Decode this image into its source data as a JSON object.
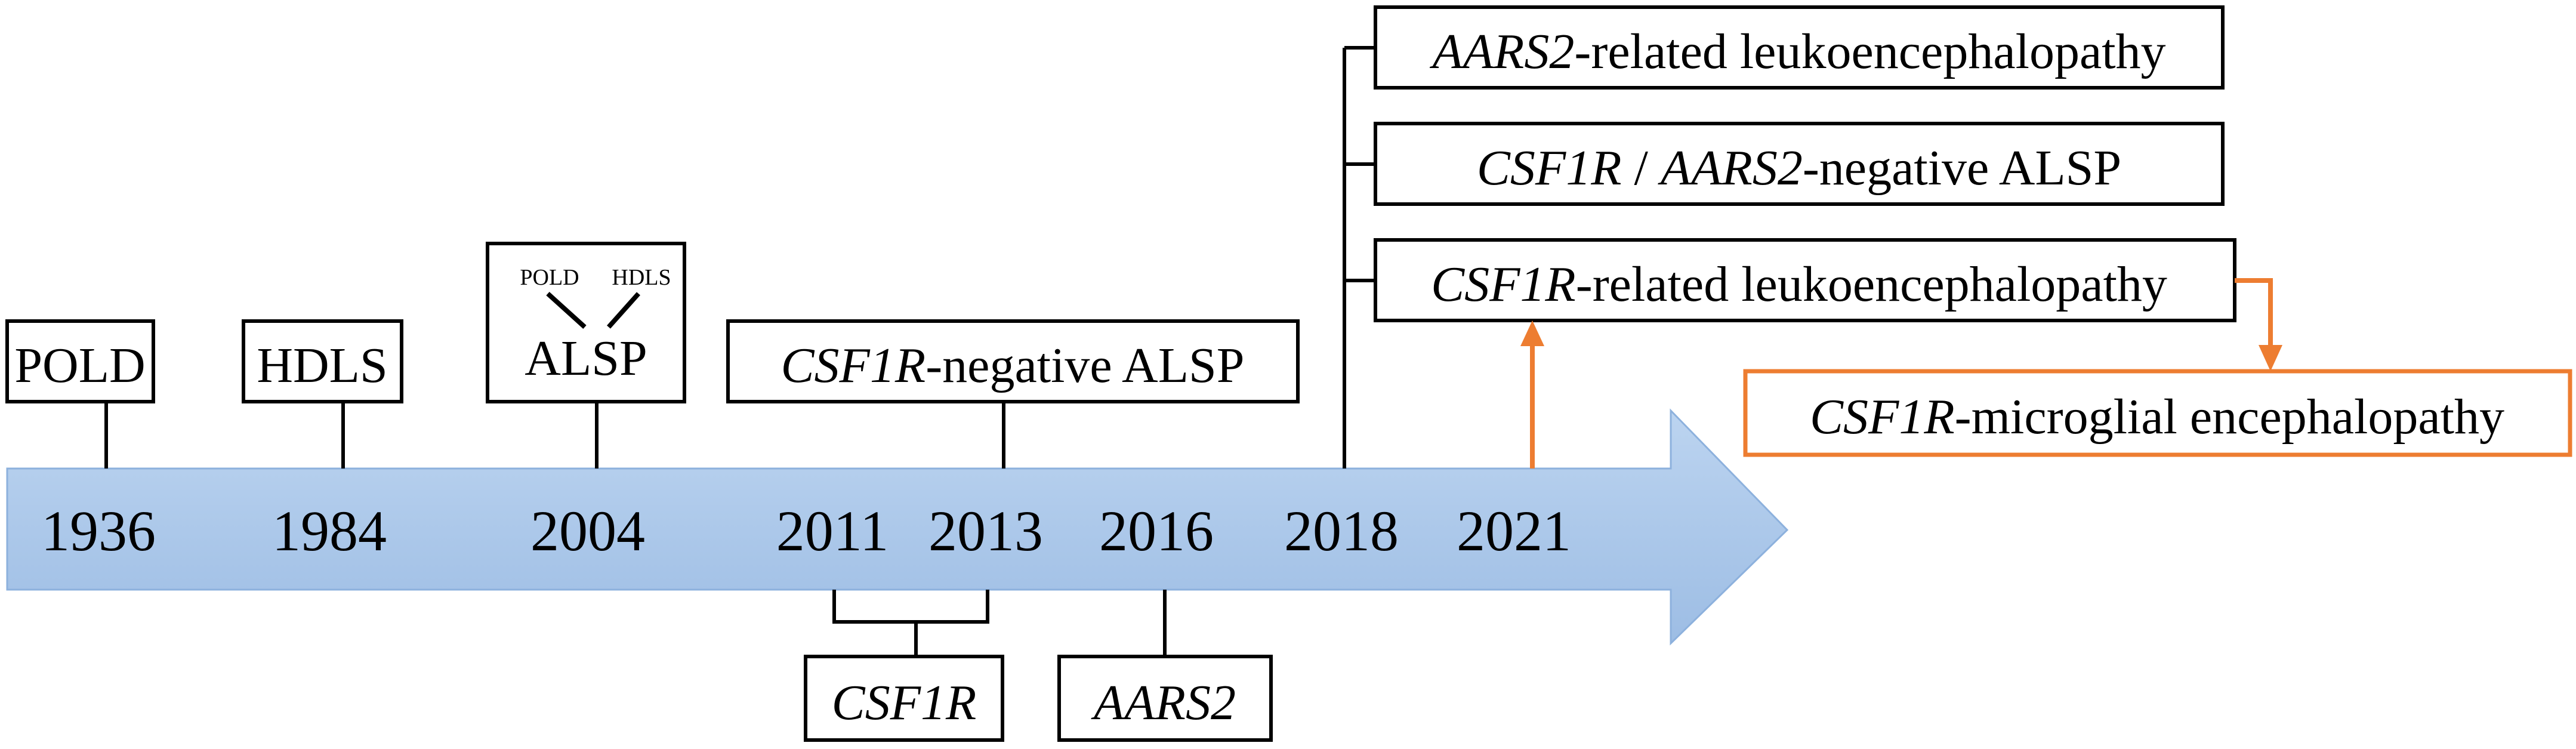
{
  "colors": {
    "arrow_fill": "#a6c4e8",
    "arrow_fill_top": "#b9d2ef",
    "arrow_stroke": "#7ea6d6",
    "line": "#000000",
    "accent": "#ed7d31"
  },
  "timeline": {
    "years": [
      "1936",
      "1984",
      "2004",
      "2011",
      "2013",
      "2016",
      "2018",
      "2021"
    ]
  },
  "above": {
    "pold": "POLD",
    "hdls": "HDLS",
    "alsp_box": {
      "small_left": "POLD",
      "small_right": "HDLS",
      "main": "ALSP"
    },
    "csf1r_neg_alsp": {
      "gene": "CSF1R",
      "rest": "-negative ALSP"
    }
  },
  "branch_2018": {
    "aars2_related": {
      "gene": "AARS2",
      "rest": "-related leukoencephalopathy"
    },
    "double_negative": {
      "gene1": "CSF1R",
      "sep": " / ",
      "gene2": "AARS2",
      "rest": "-negative ALSP"
    },
    "csf1r_related": {
      "gene": "CSF1R",
      "rest": "-related leukoencephalopathy"
    }
  },
  "microglial": {
    "gene": "CSF1R",
    "rest": "-microglial encephalopathy"
  },
  "below": {
    "csf1r": "CSF1R",
    "aars2": "AARS2"
  }
}
